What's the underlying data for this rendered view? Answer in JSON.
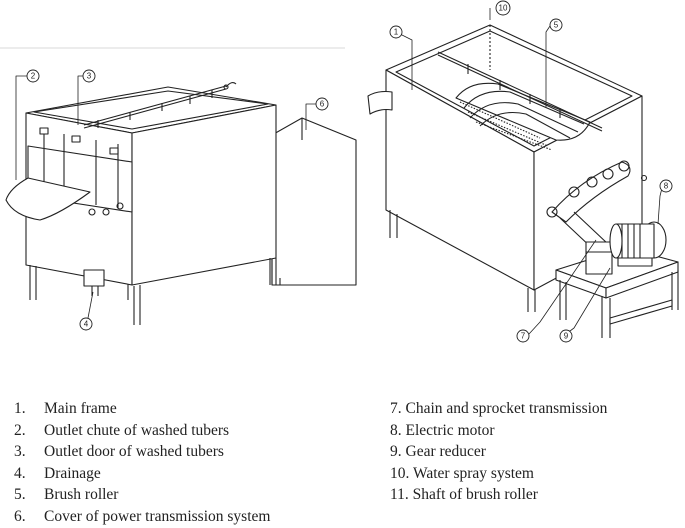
{
  "callouts": {
    "c1": "1",
    "c2": "2",
    "c3": "3",
    "c4": "4",
    "c5": "5",
    "c6": "6",
    "c7": "7",
    "c8": "8",
    "c9": "9",
    "c10": "10"
  },
  "legend_left": [
    {
      "num": "1.",
      "text": "Main frame"
    },
    {
      "num": "2.",
      "text": "Outlet chute of washed tubers"
    },
    {
      "num": "3.",
      "text": "Outlet door of washed tubers"
    },
    {
      "num": "4.",
      "text": "Drainage"
    },
    {
      "num": "5.",
      "text": "Brush roller"
    },
    {
      "num": "6.",
      "text": "Cover of power transmission system"
    }
  ],
  "legend_right": [
    "7. Chain and sprocket transmission",
    "8. Electric motor",
    "9. Gear reducer",
    "10. Water spray system",
    "11. Shaft of brush roller"
  ]
}
